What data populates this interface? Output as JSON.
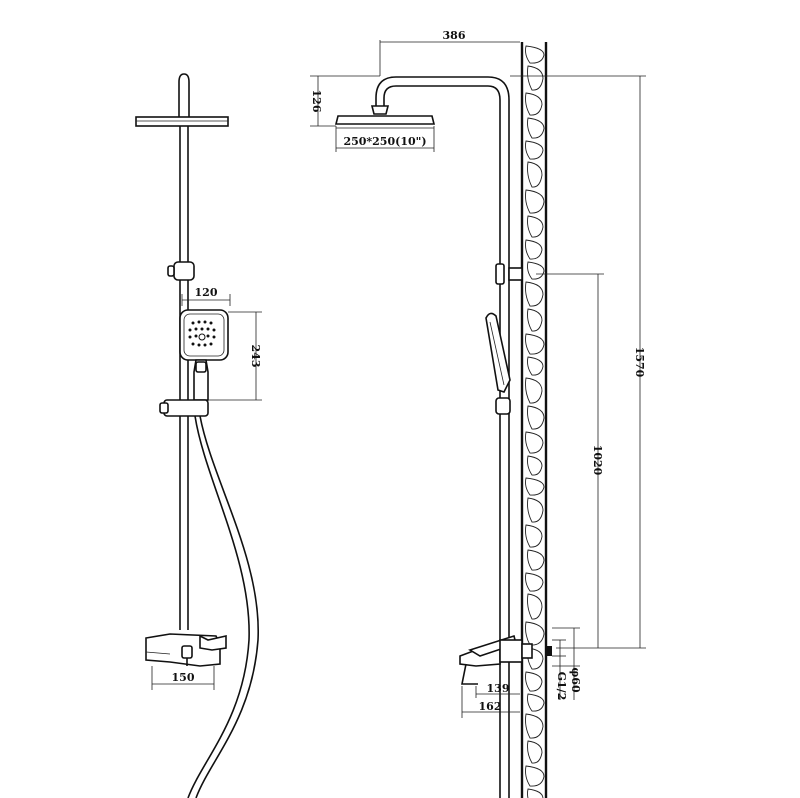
{
  "front_view": {
    "dim_head_width": "120",
    "dim_head_height": "243",
    "dim_mixer_width": "150"
  },
  "side_view": {
    "dim_arm_reach": "386",
    "dim_head_depth": "126",
    "dim_head_size": "250*250(10\")",
    "dim_total_height": "1570",
    "dim_bracket_height": "1020",
    "dim_spout_reach_short": "139",
    "dim_spout_reach_long": "162",
    "dim_inlet_thread": "G1/2",
    "dim_escutcheon_dia": "φ60"
  }
}
